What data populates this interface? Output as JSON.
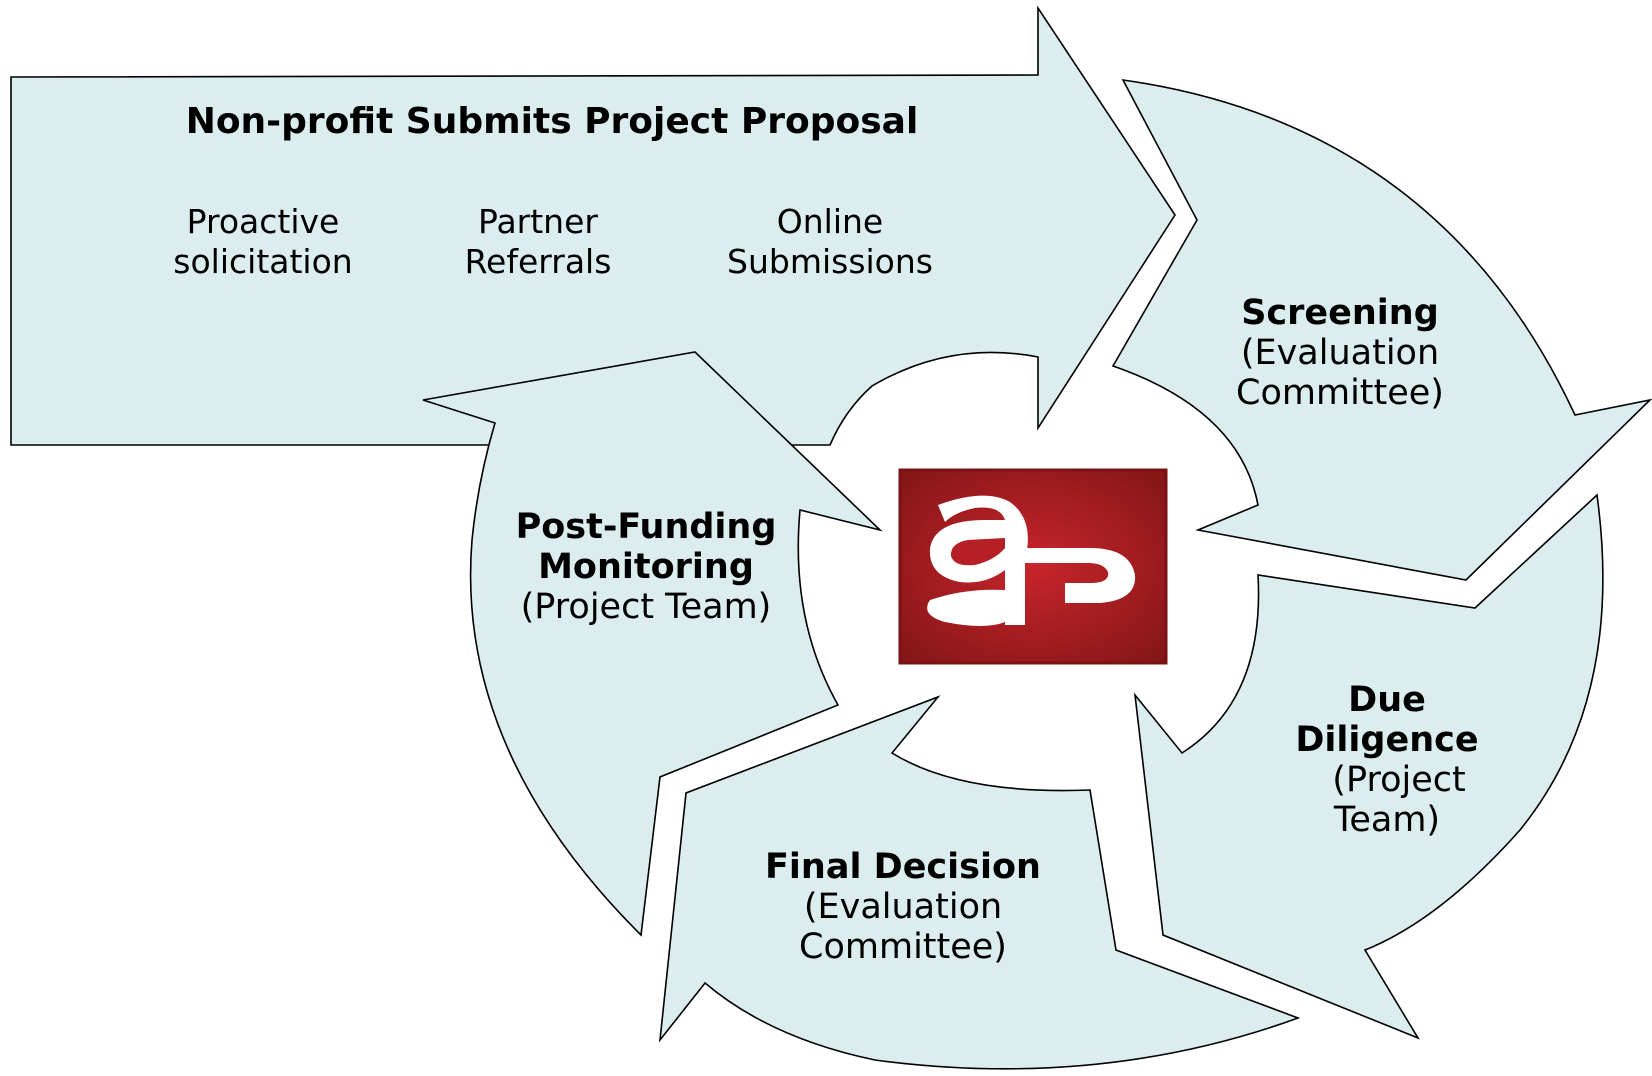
{
  "intake": {
    "title": "Non-profit Submits Project Proposal",
    "sources": [
      {
        "line1": "Proactive",
        "line2": "solicitation"
      },
      {
        "line1": "Partner",
        "line2": "Referrals"
      },
      {
        "line1": "Online",
        "line2": "Submissions"
      }
    ]
  },
  "stages": {
    "screening": {
      "title": "Screening",
      "line1": "(Evaluation",
      "line2": "Committee)"
    },
    "due_diligence": {
      "title1": "Due",
      "title2": "Diligence",
      "line1": "(Project",
      "line2": "Team)"
    },
    "final_decision": {
      "title": "Final Decision",
      "line1": "(Evaluation",
      "line2": "Committee)"
    },
    "post_funding": {
      "title1": "Post-Funding",
      "title2": "Monitoring",
      "line1": "(Project Team)"
    }
  },
  "colors": {
    "arrow_fill": "#dbedee",
    "logo_red": "#b51f25",
    "logo_dark": "#7d1416"
  },
  "logo": {
    "icon": "red-square-logo"
  }
}
